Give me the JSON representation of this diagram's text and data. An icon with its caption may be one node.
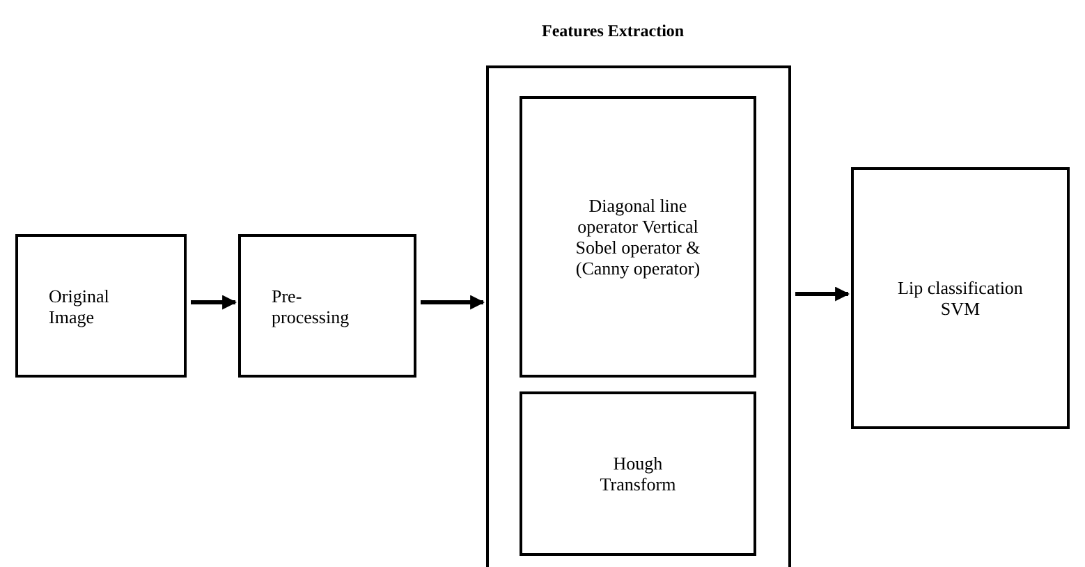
{
  "diagram": {
    "nodes": [
      {
        "text": [
          "Original Image"
        ]
      },
      {
        "text": [
          "Pre-processing"
        ]
      },
      {
        "text": [
          "Features Extraction"
        ]
      },
      {
        "text": [
          "Diagonal line operator Vertical Sobel operator & (Canny operator)"
        ],
        "in": 2
      },
      {
        "text": [
          "Hough Transform"
        ],
        "in": 2
      },
      {
        "text": [
          "Lip classification SVM"
        ]
      }
    ],
    "edges": [
      {
        "from": 0,
        "to": 1,
        "arrow": "to"
      },
      {
        "from": 1,
        "to": 2,
        "arrow": "to"
      },
      {
        "from": 2,
        "to": 5,
        "arrow": "to"
      }
    ]
  }
}
